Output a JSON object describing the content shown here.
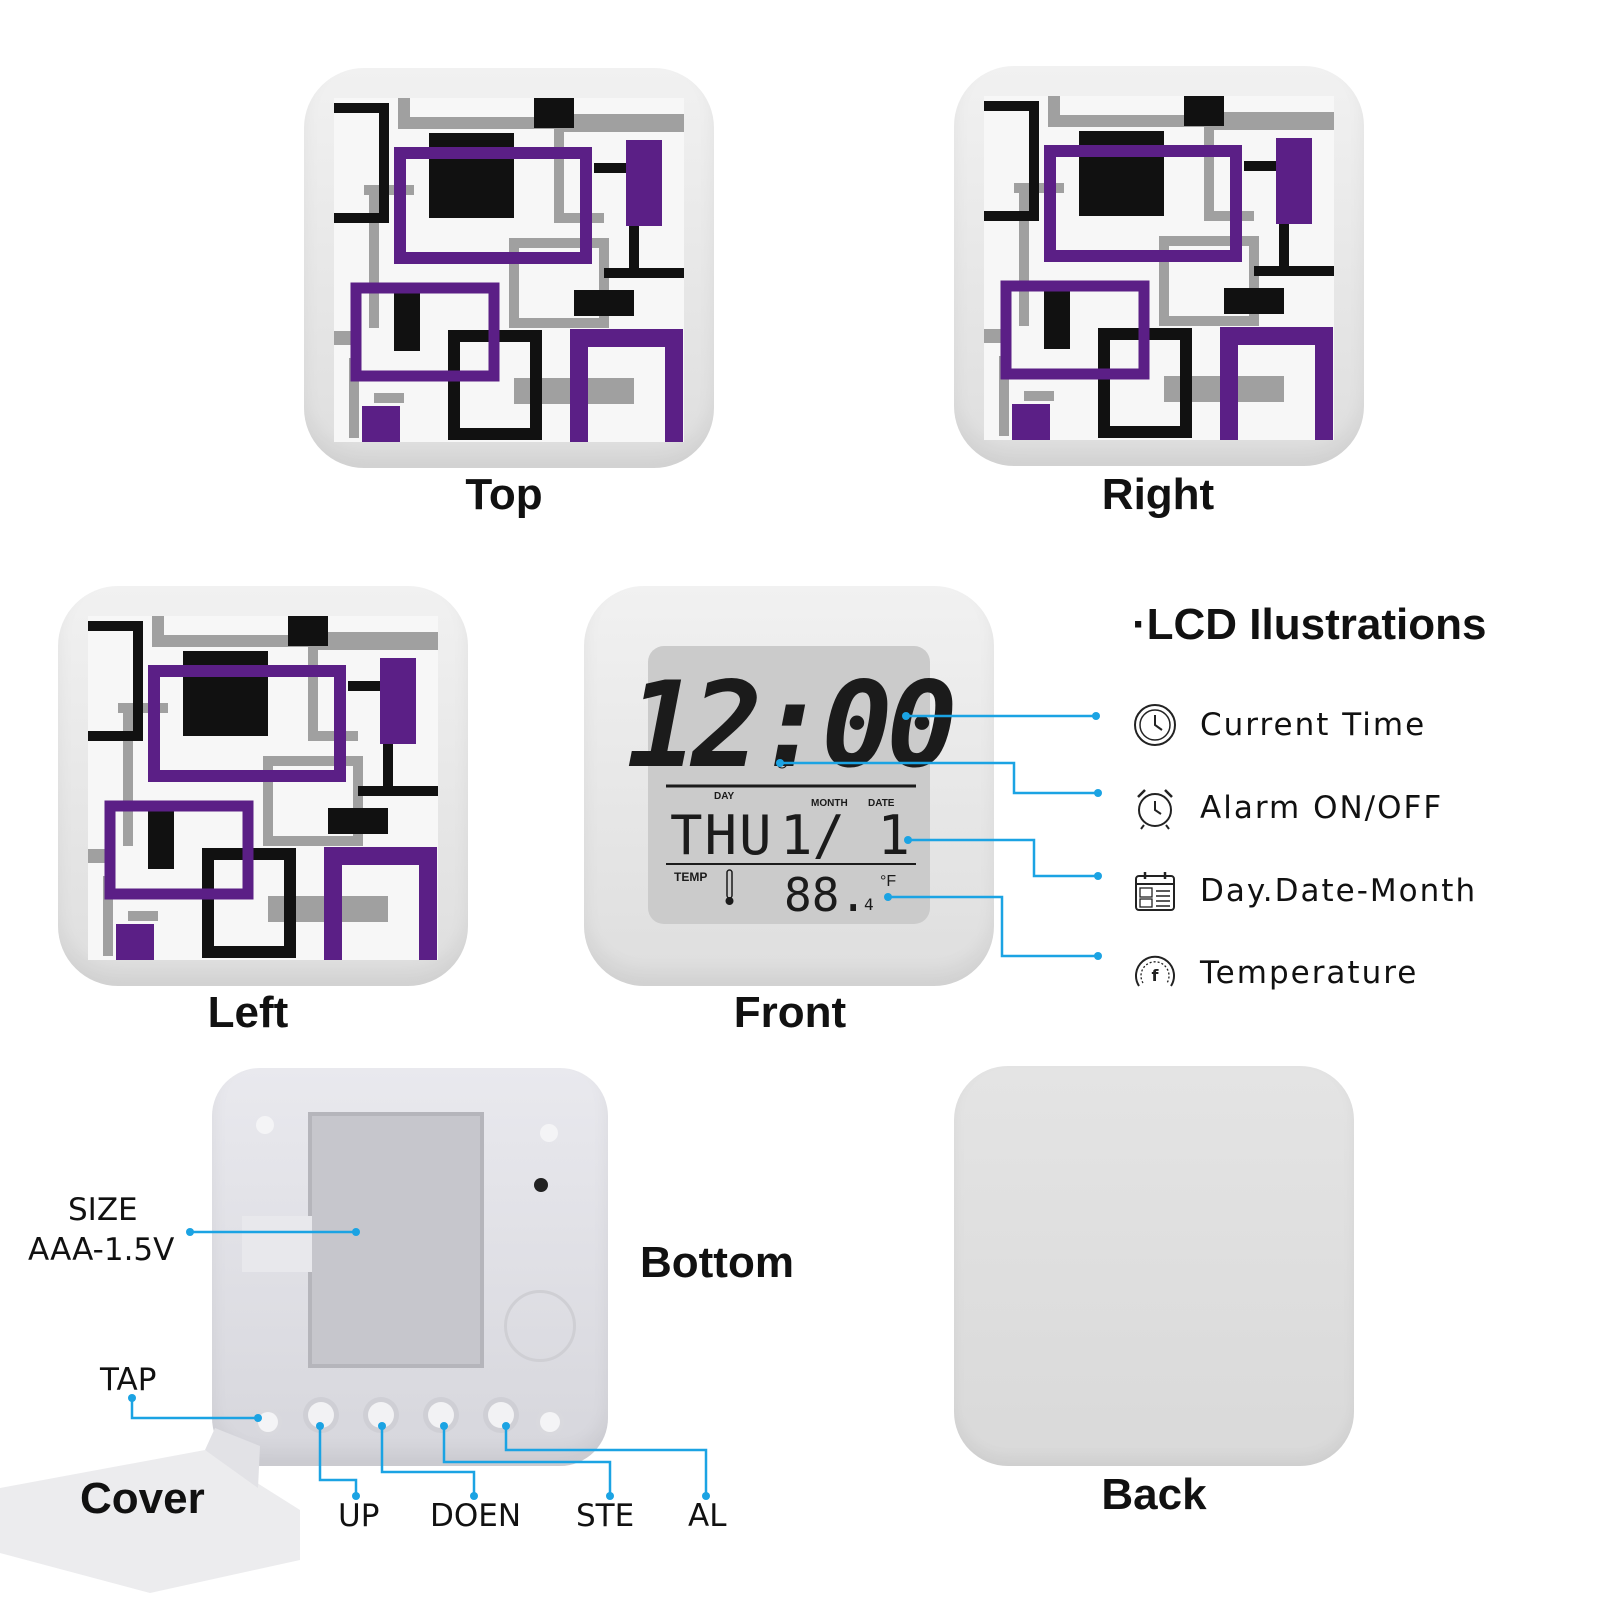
{
  "faces": {
    "top": "Top",
    "right": "Right",
    "left": "Left",
    "front": "Front",
    "bottom": "Bottom",
    "back": "Back",
    "cover": "Cover"
  },
  "lcd": {
    "time": "12:00",
    "day_label": "DAY",
    "month_label": "MONTH",
    "date_label": "DATE",
    "day": "THU",
    "month_date": "1/ 1",
    "temp_label": "TEMP",
    "temp": "88.",
    "temp_decimal": "4",
    "unit": "°F"
  },
  "legend": {
    "title": "·LCD Ilustrations",
    "items": [
      {
        "icon": "clock-icon",
        "label": "Current Time"
      },
      {
        "icon": "alarm-clock-icon",
        "label": "Alarm ON/OFF"
      },
      {
        "icon": "calendar-icon",
        "label": "Day.Date-Month"
      },
      {
        "icon": "thermometer-gauge-icon",
        "label": "Temperature"
      }
    ]
  },
  "bottom": {
    "size_line1": "SIZE",
    "size_line2": "AAA-1.5V",
    "tap": "TAP",
    "buttons": [
      "UP",
      "DOEN",
      "STE",
      "AL"
    ]
  },
  "colors": {
    "purple": "#5b1f86",
    "gray": "#a0a0a0",
    "black": "#111111",
    "callout_blue": "#1ba3e3",
    "shell": "#e6e6e6",
    "lcd_bg": "#cbcbcb"
  }
}
